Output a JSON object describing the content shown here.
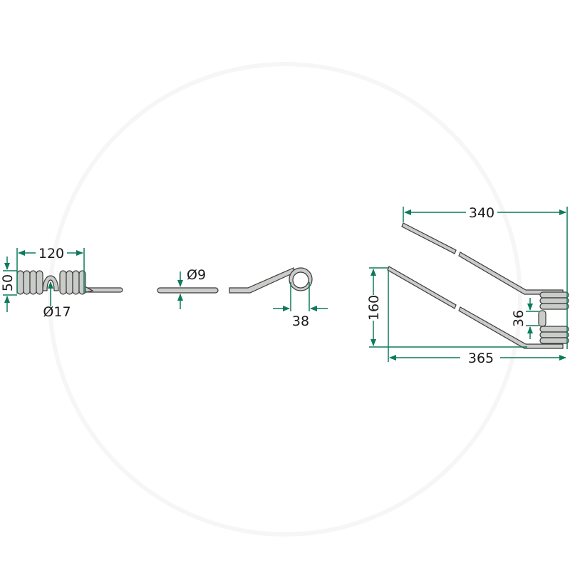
{
  "colors": {
    "dimension": "#0d7a5c",
    "part_fill": "#c9ccc8",
    "outline": "#3a3a3a"
  },
  "views": {
    "coil_top": {
      "width": "120",
      "height": "50",
      "eye_diameter": "Ø17"
    },
    "wire": {
      "diameter": "Ø9"
    },
    "side": {
      "eye_width": "38"
    },
    "tine_front": {
      "top_length": "340",
      "height": "160",
      "coil_gap": "36",
      "total_width": "365"
    }
  }
}
